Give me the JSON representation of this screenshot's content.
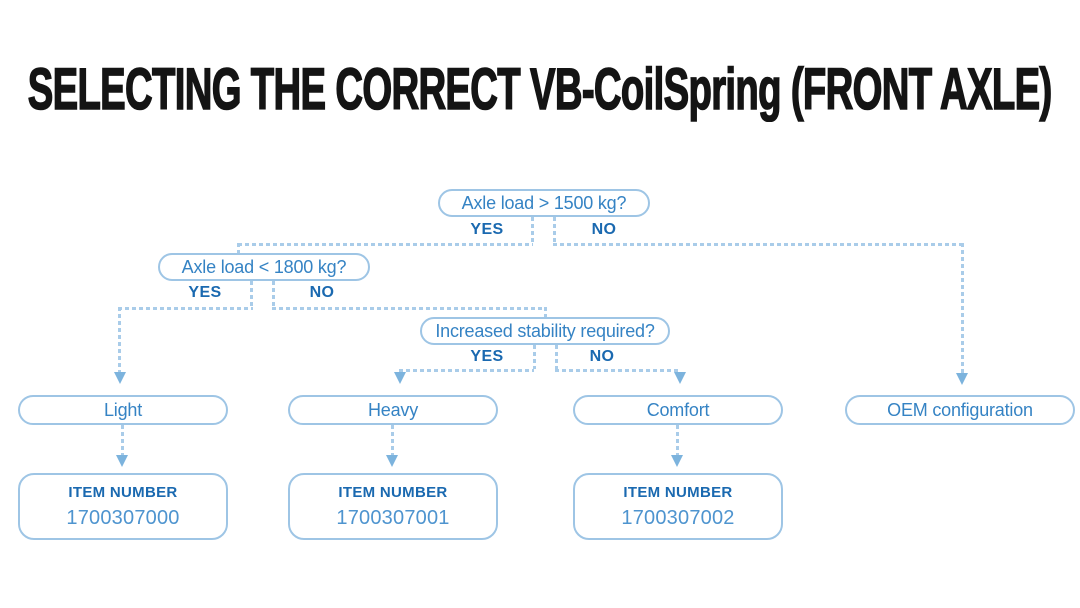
{
  "title": "SELECTING THE CORRECT VB-CoilSpring (FRONT AXLE)",
  "colors": {
    "background": "#ffffff",
    "title_text": "#141414",
    "box_border": "#9ec5e5",
    "question_text": "#3583c4",
    "yes_no_text": "#1a69b0",
    "item_heading_text": "#1a69b0",
    "item_number_text": "#4e94cf",
    "connector_dash": "#a9cce9",
    "arrow": "#7cb3dd"
  },
  "flow": {
    "questions": [
      {
        "label": "Axle load > 1500 kg?",
        "yes": "YES",
        "no": "NO"
      },
      {
        "label": "Axle load < 1800 kg?",
        "yes": "YES",
        "no": "NO"
      },
      {
        "label": "Increased stability required?",
        "yes": "YES",
        "no": "NO"
      }
    ],
    "results": [
      {
        "label": "Light"
      },
      {
        "label": "Heavy"
      },
      {
        "label": "Comfort"
      },
      {
        "label": "OEM configuration"
      }
    ],
    "items": [
      {
        "heading": "ITEM NUMBER",
        "number": "1700307000"
      },
      {
        "heading": "ITEM NUMBER",
        "number": "1700307001"
      },
      {
        "heading": "ITEM NUMBER",
        "number": "1700307002"
      }
    ]
  }
}
